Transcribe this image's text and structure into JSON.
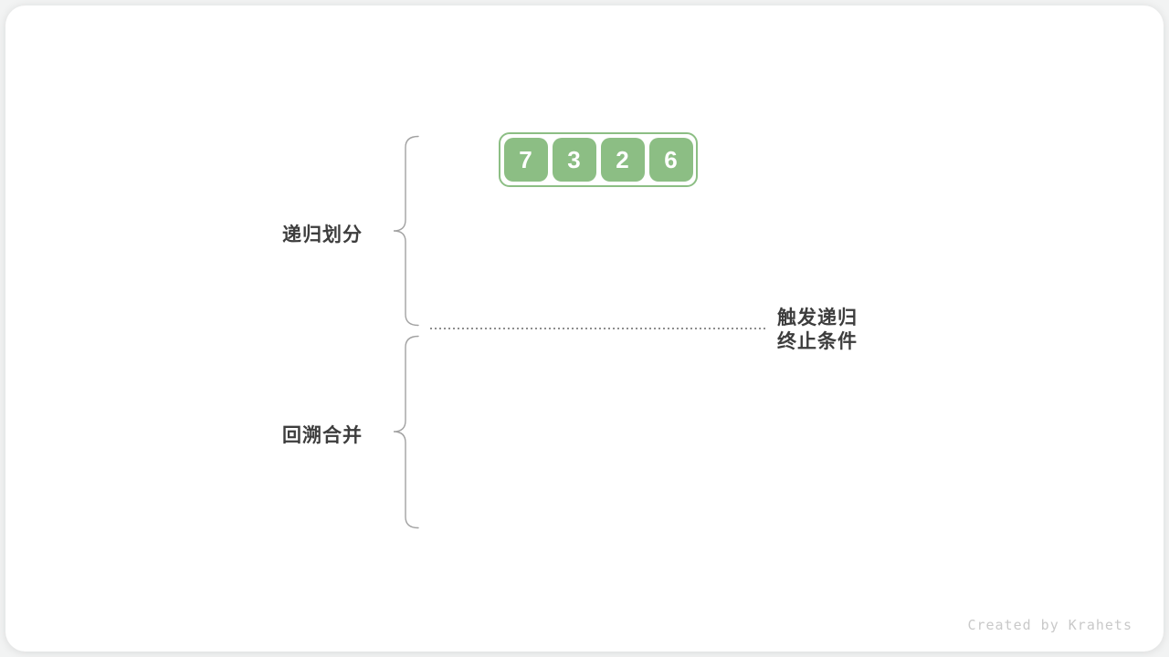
{
  "figure": {
    "array": {
      "values": [
        "7",
        "3",
        "2",
        "6"
      ]
    },
    "labels": {
      "phase_top": "递归划分",
      "phase_bottom": "回溯合并",
      "annotation_line1": "触发递归",
      "annotation_line2": "终止条件"
    },
    "watermark": "Created by Krahets",
    "colors": {
      "cell_green": "#8cbe84",
      "cell_text": "#ffffff",
      "label_text": "#3d3d3d",
      "brace": "#a2a2a2",
      "dotted_line": "#8d8d8d",
      "watermark_text": "#c9c9c9",
      "card_background": "#ffffff"
    }
  }
}
